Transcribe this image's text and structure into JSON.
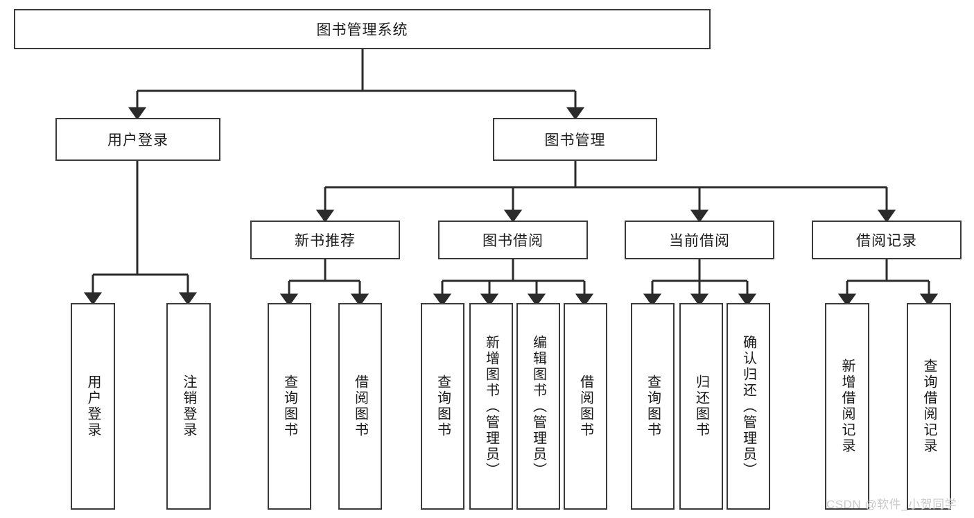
{
  "diagram": {
    "type": "tree-hierarchy-chart",
    "title": "图书管理系统",
    "watermark": "CSDN @软件_小贺同学",
    "colors": {
      "box_border": "#3a3a3a",
      "box_fill": "#ffffff",
      "edge": "#2b2b2b",
      "text": "#1a1a1a",
      "watermark": "#c9c9c9",
      "background": "#ffffff"
    },
    "nodes": {
      "root": {
        "label": "图书管理系统",
        "level": 0,
        "orientation": "horizontal"
      },
      "user_login": {
        "label": "用户登录",
        "level": 1,
        "orientation": "horizontal"
      },
      "book_manage": {
        "label": "图书管理",
        "level": 1,
        "orientation": "horizontal"
      },
      "new_book_rec": {
        "label": "新书推荐",
        "level": 2,
        "orientation": "horizontal"
      },
      "book_borrow": {
        "label": "图书借阅",
        "level": 2,
        "orientation": "horizontal"
      },
      "current_borrow": {
        "label": "当前借阅",
        "level": 2,
        "orientation": "horizontal"
      },
      "borrow_record": {
        "label": "借阅记录",
        "level": 2,
        "orientation": "horizontal"
      },
      "leaf_user_login": {
        "label": "用户登录",
        "level": 3,
        "orientation": "vertical"
      },
      "leaf_user_logout": {
        "label": "注销登录",
        "level": 3,
        "orientation": "vertical"
      },
      "leaf_query_book_a": {
        "label": "查询图书",
        "level": 3,
        "orientation": "vertical"
      },
      "leaf_borrow_book_a": {
        "label": "借阅图书",
        "level": 3,
        "orientation": "vertical"
      },
      "leaf_query_book_b": {
        "label": "查询图书",
        "level": 3,
        "orientation": "vertical"
      },
      "leaf_add_book": {
        "label": "新增图书（管理员）",
        "level": 3,
        "orientation": "vertical"
      },
      "leaf_edit_book": {
        "label": "编辑图书（管理员）",
        "level": 3,
        "orientation": "vertical"
      },
      "leaf_borrow_book_b": {
        "label": "借阅图书",
        "level": 3,
        "orientation": "vertical"
      },
      "leaf_query_book_c": {
        "label": "查询图书",
        "level": 3,
        "orientation": "vertical"
      },
      "leaf_return_book": {
        "label": "归还图书",
        "level": 3,
        "orientation": "vertical"
      },
      "leaf_confirm_return": {
        "label": "确认归还（管理员）",
        "level": 3,
        "orientation": "vertical"
      },
      "leaf_add_record": {
        "label": "新增借阅记录",
        "level": 3,
        "orientation": "vertical"
      },
      "leaf_query_record": {
        "label": "查询借阅记录",
        "level": 3,
        "orientation": "vertical"
      }
    },
    "edges": [
      {
        "from": "root",
        "to": "user_login"
      },
      {
        "from": "root",
        "to": "book_manage"
      },
      {
        "from": "user_login",
        "to": "leaf_user_login"
      },
      {
        "from": "user_login",
        "to": "leaf_user_logout"
      },
      {
        "from": "book_manage",
        "to": "new_book_rec"
      },
      {
        "from": "book_manage",
        "to": "book_borrow"
      },
      {
        "from": "book_manage",
        "to": "current_borrow"
      },
      {
        "from": "book_manage",
        "to": "borrow_record"
      },
      {
        "from": "new_book_rec",
        "to": "leaf_query_book_a"
      },
      {
        "from": "new_book_rec",
        "to": "leaf_borrow_book_a"
      },
      {
        "from": "book_borrow",
        "to": "leaf_query_book_b"
      },
      {
        "from": "book_borrow",
        "to": "leaf_add_book"
      },
      {
        "from": "book_borrow",
        "to": "leaf_edit_book"
      },
      {
        "from": "book_borrow",
        "to": "leaf_borrow_book_b"
      },
      {
        "from": "current_borrow",
        "to": "leaf_query_book_c"
      },
      {
        "from": "current_borrow",
        "to": "leaf_return_book"
      },
      {
        "from": "current_borrow",
        "to": "leaf_confirm_return"
      },
      {
        "from": "borrow_record",
        "to": "leaf_add_record"
      },
      {
        "from": "borrow_record",
        "to": "leaf_query_record"
      }
    ]
  }
}
